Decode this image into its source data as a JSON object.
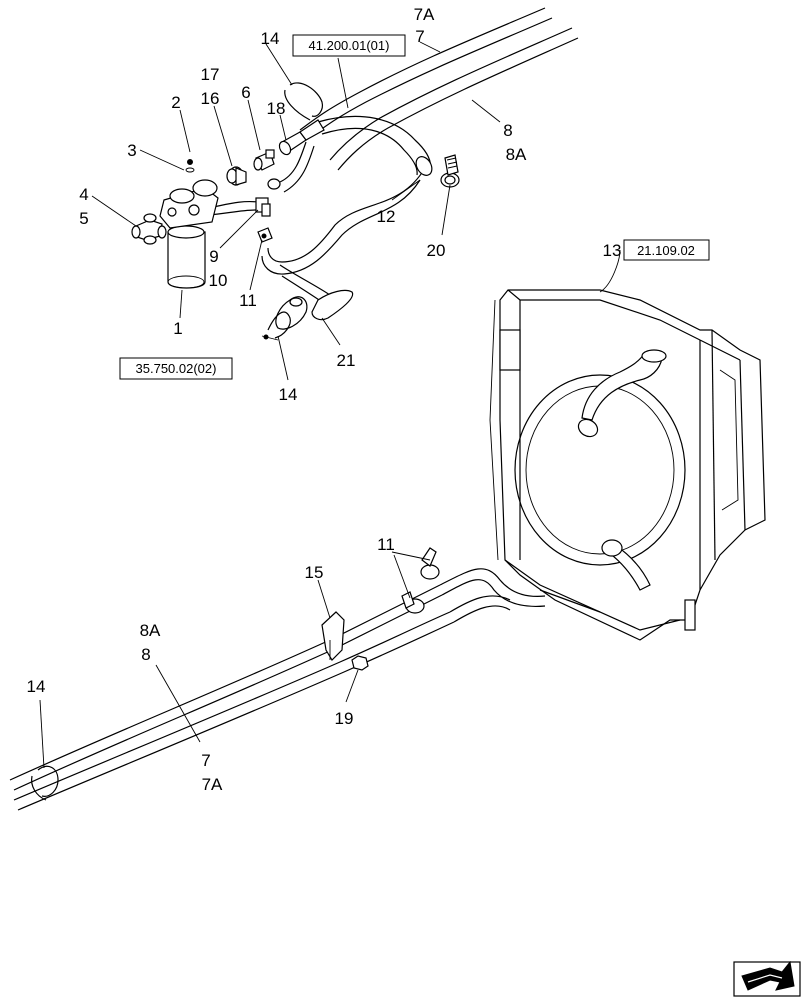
{
  "diagram": {
    "callouts": {
      "c1": "1",
      "c2": "2",
      "c3": "3",
      "c4": "4",
      "c5": "5",
      "c6": "6",
      "c7_top": "7",
      "c7A_top": "7A",
      "c8_top": "8",
      "c8A_top": "8A",
      "c9": "9",
      "c10": "10",
      "c11_top": "11",
      "c11_bottom": "11",
      "c12": "12",
      "c13": "13",
      "c14_top": "14",
      "c14_mid": "14",
      "c14_bottom": "14",
      "c15": "15",
      "c16": "16",
      "c17": "17",
      "c18": "18",
      "c19": "19",
      "c20": "20",
      "c21": "21",
      "c7_bottom": "7",
      "c7A_bottom": "7A",
      "c8_bottom": "8",
      "c8A_bottom": "8A"
    },
    "references": {
      "ref_hose": "41.200.01(01)",
      "ref_filter": "35.750.02(02)",
      "ref_radiator": "21.109.02"
    }
  }
}
